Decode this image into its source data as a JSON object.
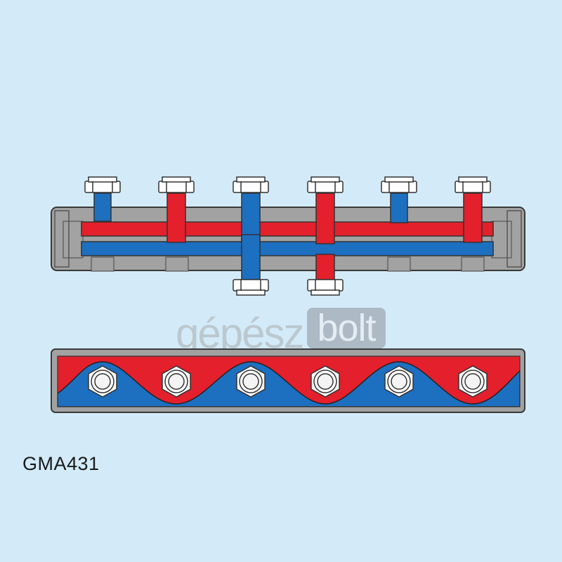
{
  "watermark": {
    "text_left": "gépész",
    "text_right": "bolt"
  },
  "model_code": "GMA431",
  "colors": {
    "background": "#d3ebf9",
    "housing": "#a2a2a2",
    "housing_outline": "#555555",
    "hot": "#e3202b",
    "cold": "#1d6fc0",
    "fitting": "#ffffff"
  }
}
